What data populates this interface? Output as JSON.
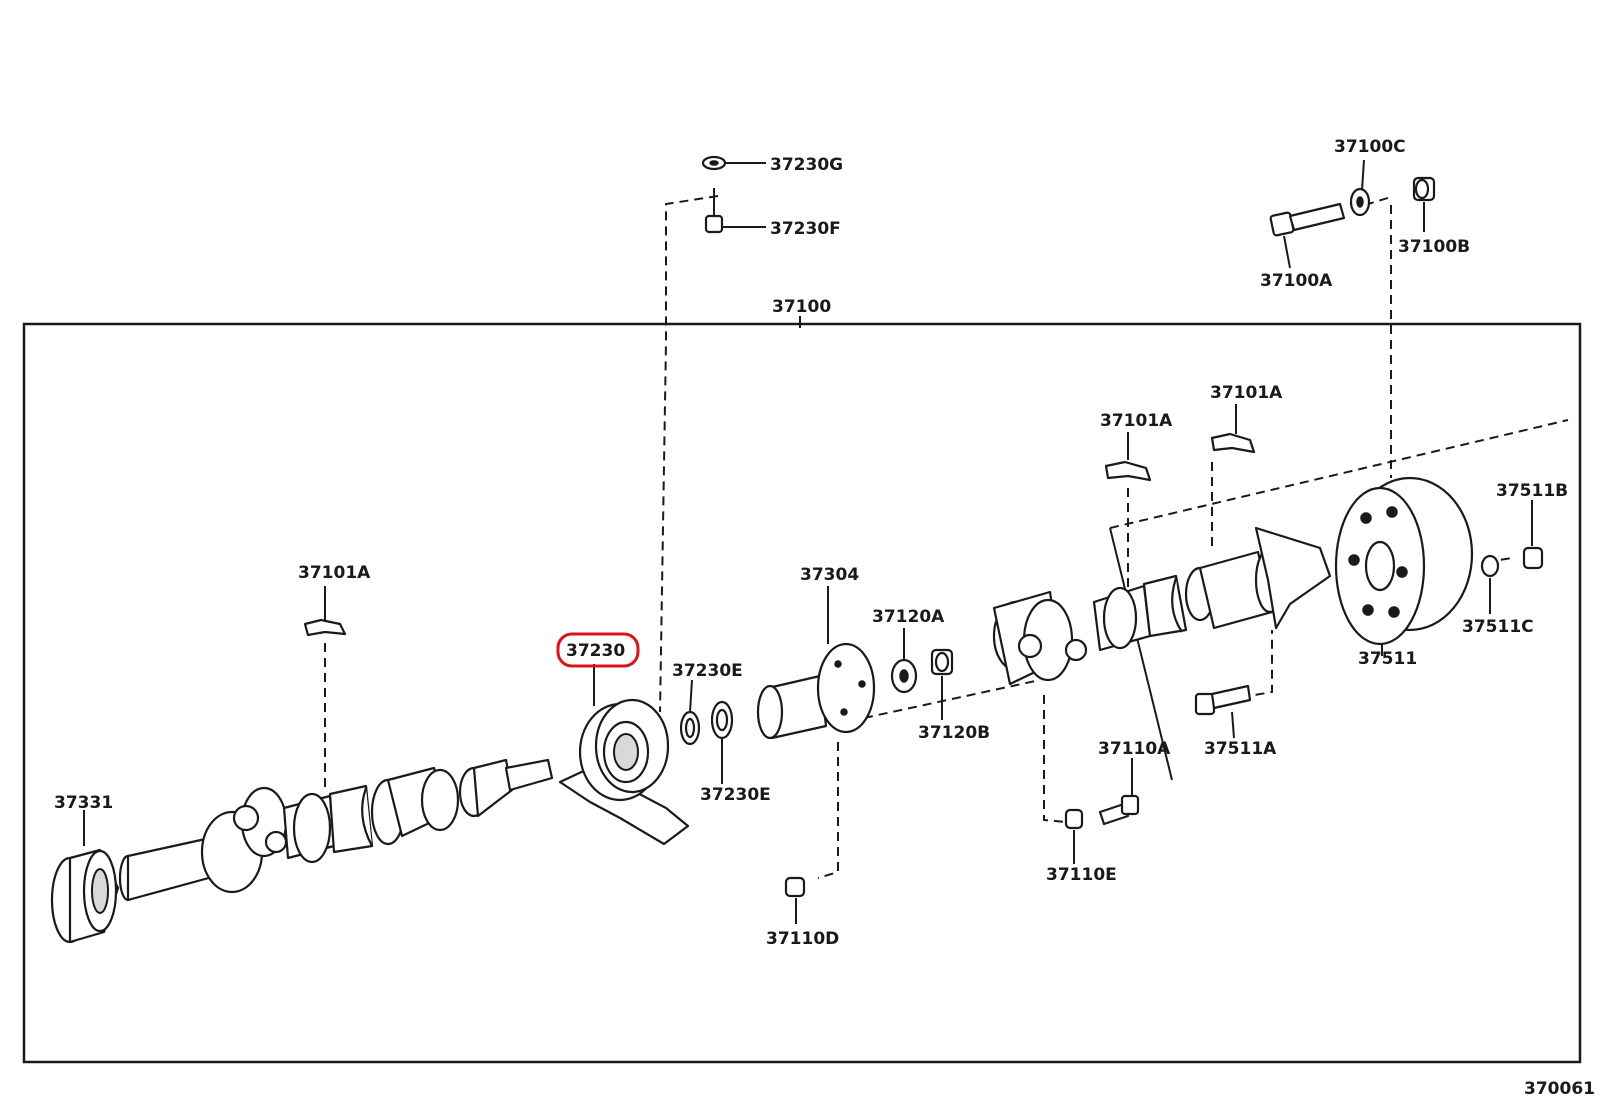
{
  "diagram_id": "370061",
  "highlighted_part": "37230",
  "highlight_color": "#d8141b",
  "parts": {
    "p37230G": "37230G",
    "p37230F": "37230F",
    "p37100": "37100",
    "p37100C": "37100C",
    "p37100B": "37100B",
    "p37100A": "37100A",
    "p37101A_left": "37101A",
    "p37101A_mid": "37101A",
    "p37101A_right": "37101A",
    "p37511B": "37511B",
    "p37511C": "37511C",
    "p37511": "37511",
    "p37511A": "37511A",
    "p37304": "37304",
    "p37120A": "37120A",
    "p37120B": "37120B",
    "p37230": "37230",
    "p37230E_top": "37230E",
    "p37230E_bottom": "37230E",
    "p37110A": "37110A",
    "p37110E": "37110E",
    "p37110D": "37110D",
    "p37331": "37331"
  }
}
